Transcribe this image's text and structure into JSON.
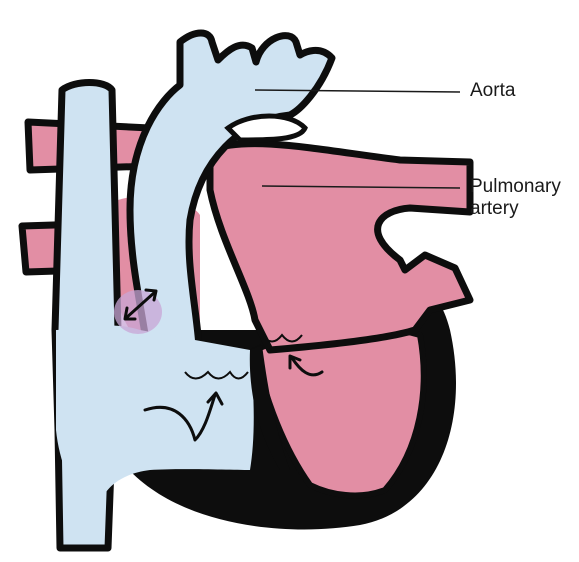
{
  "labels": {
    "aorta": "Aorta",
    "pulmonary_line1": "Pulmonary",
    "pulmonary_line2": "artery"
  },
  "colors": {
    "outline": "#0d0d0d",
    "blue": "#cfe3f2",
    "pink": "#e28ea4",
    "pink_light": "#eeb3c1",
    "mixing": "#c8a6d6",
    "background": "#ffffff"
  }
}
